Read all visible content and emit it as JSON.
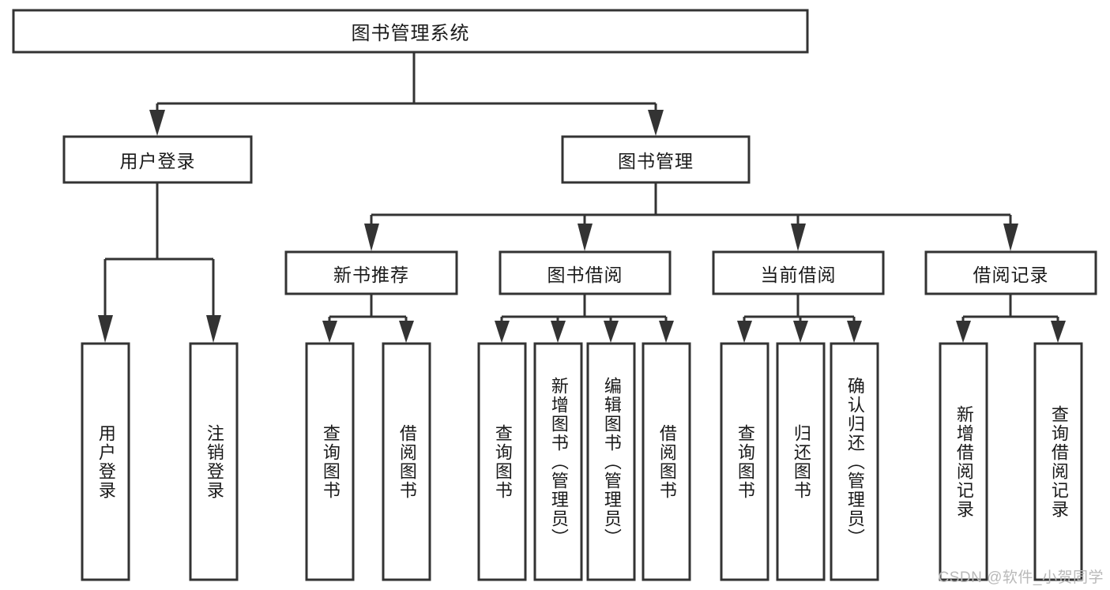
{
  "chart_data": {
    "type": "diagram",
    "diagram_kind": "hierarchy-tree",
    "title": "图书管理系统",
    "orientation": "top-down",
    "edge_style": "orthogonal-with-arrowheads",
    "colors": {
      "box_fill": "#ffffff",
      "box_stroke": "#333333",
      "text": "#1a1a1a",
      "background": "#ffffff",
      "watermark": "#b9b9b9"
    },
    "levels": 4,
    "nodes": [
      {
        "id": "root",
        "label": "图书管理系统",
        "level": 0,
        "parent": null,
        "orient": "horizontal"
      },
      {
        "id": "login",
        "label": "用户登录",
        "level": 1,
        "parent": "root",
        "orient": "horizontal"
      },
      {
        "id": "bookmgmt",
        "label": "图书管理",
        "level": 1,
        "parent": "root",
        "orient": "horizontal"
      },
      {
        "id": "newbook",
        "label": "新书推荐",
        "level": 2,
        "parent": "bookmgmt",
        "orient": "horizontal"
      },
      {
        "id": "borrow",
        "label": "图书借阅",
        "level": 2,
        "parent": "bookmgmt",
        "orient": "horizontal"
      },
      {
        "id": "current",
        "label": "当前借阅",
        "level": 2,
        "parent": "bookmgmt",
        "orient": "horizontal"
      },
      {
        "id": "records",
        "label": "借阅记录",
        "level": 2,
        "parent": "bookmgmt",
        "orient": "horizontal"
      },
      {
        "id": "leaf-user-login",
        "label": "用户登录",
        "level": 2,
        "parent": "login",
        "orient": "vertical"
      },
      {
        "id": "leaf-user-logout",
        "label": "注销登录",
        "level": 2,
        "parent": "login",
        "orient": "vertical"
      },
      {
        "id": "leaf-query-book-1",
        "label": "查询图书",
        "level": 3,
        "parent": "newbook",
        "orient": "vertical"
      },
      {
        "id": "leaf-borrow-book-1",
        "label": "借阅图书",
        "level": 3,
        "parent": "newbook",
        "orient": "vertical"
      },
      {
        "id": "leaf-query-book-2",
        "label": "查询图书",
        "level": 3,
        "parent": "borrow",
        "orient": "vertical"
      },
      {
        "id": "leaf-add-book",
        "label": "新增图书（管理员）",
        "level": 3,
        "parent": "borrow",
        "orient": "vertical"
      },
      {
        "id": "leaf-edit-book",
        "label": "编辑图书（管理员）",
        "level": 3,
        "parent": "borrow",
        "orient": "vertical"
      },
      {
        "id": "leaf-borrow-book-2",
        "label": "借阅图书",
        "level": 3,
        "parent": "borrow",
        "orient": "vertical"
      },
      {
        "id": "leaf-query-book-3",
        "label": "查询图书",
        "level": 3,
        "parent": "current",
        "orient": "vertical"
      },
      {
        "id": "leaf-return-book",
        "label": "归还图书",
        "level": 3,
        "parent": "current",
        "orient": "vertical"
      },
      {
        "id": "leaf-confirm-return",
        "label": "确认归还（管理员）",
        "level": 3,
        "parent": "current",
        "orient": "vertical"
      },
      {
        "id": "leaf-add-record",
        "label": "新增借阅记录",
        "level": 3,
        "parent": "records",
        "orient": "vertical"
      },
      {
        "id": "leaf-query-record",
        "label": "查询借阅记录",
        "level": 3,
        "parent": "records",
        "orient": "vertical"
      }
    ],
    "edges": [
      {
        "from": "root",
        "to": "login"
      },
      {
        "from": "root",
        "to": "bookmgmt"
      },
      {
        "from": "login",
        "to": "leaf-user-login"
      },
      {
        "from": "login",
        "to": "leaf-user-logout"
      },
      {
        "from": "bookmgmt",
        "to": "newbook"
      },
      {
        "from": "bookmgmt",
        "to": "borrow"
      },
      {
        "from": "bookmgmt",
        "to": "current"
      },
      {
        "from": "bookmgmt",
        "to": "records"
      },
      {
        "from": "newbook",
        "to": "leaf-query-book-1"
      },
      {
        "from": "newbook",
        "to": "leaf-borrow-book-1"
      },
      {
        "from": "borrow",
        "to": "leaf-query-book-2"
      },
      {
        "from": "borrow",
        "to": "leaf-add-book"
      },
      {
        "from": "borrow",
        "to": "leaf-edit-book"
      },
      {
        "from": "borrow",
        "to": "leaf-borrow-book-2"
      },
      {
        "from": "current",
        "to": "leaf-query-book-3"
      },
      {
        "from": "current",
        "to": "leaf-return-book"
      },
      {
        "from": "current",
        "to": "leaf-confirm-return"
      },
      {
        "from": "records",
        "to": "leaf-add-record"
      },
      {
        "from": "records",
        "to": "leaf-query-record"
      }
    ]
  },
  "diagram": {
    "root": {
      "label": "图书管理系统"
    },
    "level1": [
      {
        "label": "用户登录"
      },
      {
        "label": "图书管理"
      }
    ],
    "level2": [
      {
        "label": "新书推荐"
      },
      {
        "label": "图书借阅"
      },
      {
        "label": "当前借阅"
      },
      {
        "label": "借阅记录"
      }
    ],
    "leaves": [
      {
        "label": "用户登录"
      },
      {
        "label": "注销登录"
      },
      {
        "label": "查询图书"
      },
      {
        "label": "借阅图书"
      },
      {
        "label": "查询图书"
      },
      {
        "label": "新增图书（管理员）"
      },
      {
        "label": "编辑图书（管理员）"
      },
      {
        "label": "借阅图书"
      },
      {
        "label": "查询图书"
      },
      {
        "label": "归还图书"
      },
      {
        "label": "确认归还（管理员）"
      },
      {
        "label": "新增借阅记录"
      },
      {
        "label": "查询借阅记录"
      }
    ]
  },
  "watermark": {
    "text": "CSDN @软件_小贺同学"
  }
}
